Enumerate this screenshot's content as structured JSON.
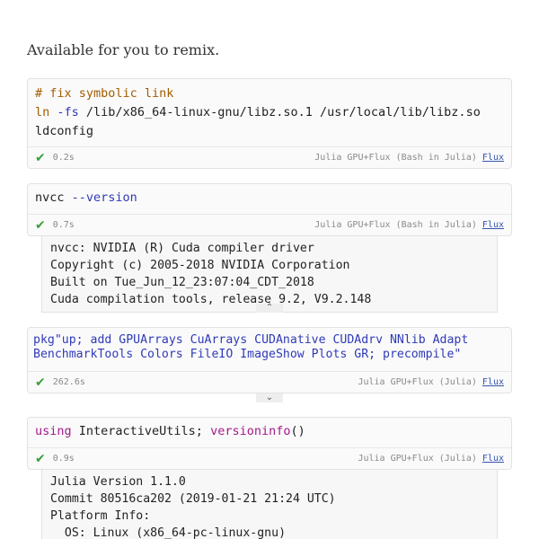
{
  "intro": "Available for you to remix.",
  "cells": [
    {
      "lines": [
        [
          {
            "t": "# fix symbolic link",
            "c": "comment"
          }
        ],
        [
          {
            "t": "ln",
            "c": "cmd"
          },
          {
            "t": " ",
            "c": "plain"
          },
          {
            "t": "-fs",
            "c": "flag"
          },
          {
            "t": " /lib/x86_64-linux-gnu/libz.so.1 /usr/local/lib/libz.so",
            "c": "plain"
          }
        ],
        [
          {
            "t": "ldconfig",
            "c": "plain"
          }
        ]
      ],
      "time": "0.2s",
      "env": "Julia GPU+Flux (Bash in Julia)",
      "link": "Flux"
    },
    {
      "lines": [
        [
          {
            "t": "nvcc ",
            "c": "plain"
          },
          {
            "t": "--version",
            "c": "flag"
          }
        ]
      ],
      "time": "0.7s",
      "env": "Julia GPU+Flux (Bash in Julia)",
      "link": "Flux",
      "output": "nvcc: NVIDIA (R) Cuda compiler driver\nCopyright (c) 2005-2018 NVIDIA Corporation\nBuilt on Tue_Jun_12_23:07:04_CDT_2018\nCuda compilation tools, release 9.2, V9.2.148",
      "toggle": "⌃"
    },
    {
      "lines": [
        [
          {
            "t": "pkg\"up; add GPUArrays CuArrays CUDAnative CUDAdrv NNlib Adapt",
            "c": "str"
          }
        ],
        [
          {
            "t": "BenchmarkTools Colors FileIO ImageShow Plots GR; precompile\"",
            "c": "str"
          }
        ]
      ],
      "time": "262.6s",
      "env": "Julia GPU+Flux (Julia)",
      "link": "Flux",
      "toggle": "⌄"
    },
    {
      "lines": [
        [
          {
            "t": "using",
            "c": "kw"
          },
          {
            "t": " InteractiveUtils; ",
            "c": "plain"
          },
          {
            "t": "versioninfo",
            "c": "fn"
          },
          {
            "t": "()",
            "c": "plain"
          }
        ]
      ],
      "time": "0.9s",
      "env": "Julia GPU+Flux (Julia)",
      "link": "Flux",
      "output": "Julia Version 1.1.0\nCommit 80516ca202 (2019-01-21 21:24 UTC)\nPlatform Info:\n  OS: Linux (x86_64-pc-linux-gnu)"
    }
  ],
  "icons": {
    "check": "check-icon",
    "collapse": "chevron-up-icon",
    "expand": "chevron-down-icon"
  },
  "colors": {
    "check": "#3aa03a",
    "link": "#3556b0",
    "keyword": "#a31a8a",
    "flag": "#2f3ab8",
    "comment": "#a35d00"
  }
}
